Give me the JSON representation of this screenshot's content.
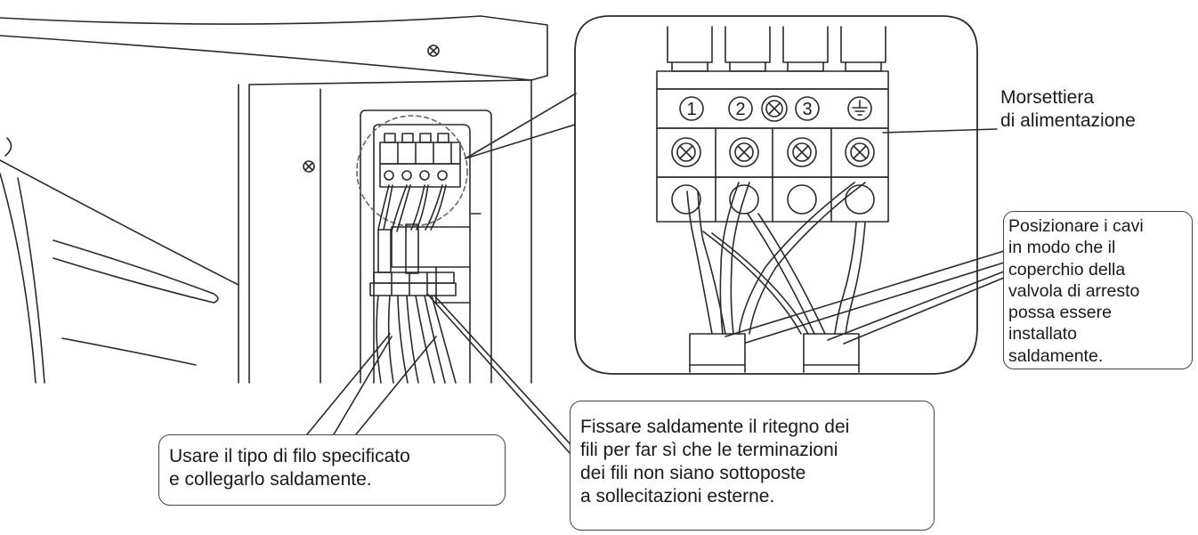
{
  "labels": {
    "terminal_block": "Morsettiera\ndi alimentazione",
    "cable_position": "Posizionare i cavi\nin modo che il\ncoperchio della\nvalvola di arresto\npossa essere\ninstallato\nsaldamente.",
    "wire_type": "Usare il tipo di filo specificato\ne collegarlo saldamente.",
    "wire_clamp": "Fissare saldamente il ritegno dei\nfili per far sì che le terminazioni\ndei fili non siano sottoposte\na sollecitazioni esterne."
  },
  "terminals": [
    "1",
    "2",
    "3"
  ],
  "colors": {
    "line": "#2a2a2a",
    "fill": "#ffffff",
    "shade": "#d9d9d9"
  },
  "icons": [
    "screw-icon",
    "ground-icon"
  ]
}
